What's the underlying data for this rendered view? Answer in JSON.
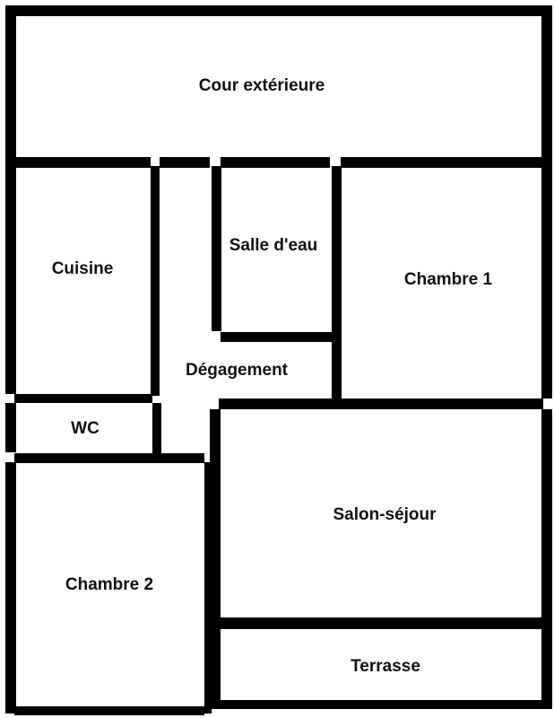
{
  "diagram": {
    "type": "floor-plan",
    "colors": {
      "wall": "#000000",
      "background": "#ffffff",
      "text": "#111111"
    },
    "rooms": [
      {
        "id": "cour",
        "label": "Cour extérieure"
      },
      {
        "id": "cuisine",
        "label": "Cuisine"
      },
      {
        "id": "salle-eau",
        "label": "Salle d'eau"
      },
      {
        "id": "chambre1",
        "label": "Chambre 1"
      },
      {
        "id": "degagement",
        "label": "Dégagement"
      },
      {
        "id": "wc",
        "label": "WC"
      },
      {
        "id": "salon",
        "label": "Salon-séjour"
      },
      {
        "id": "chambre2",
        "label": "Chambre 2"
      },
      {
        "id": "terrasse",
        "label": "Terrasse"
      }
    ]
  }
}
